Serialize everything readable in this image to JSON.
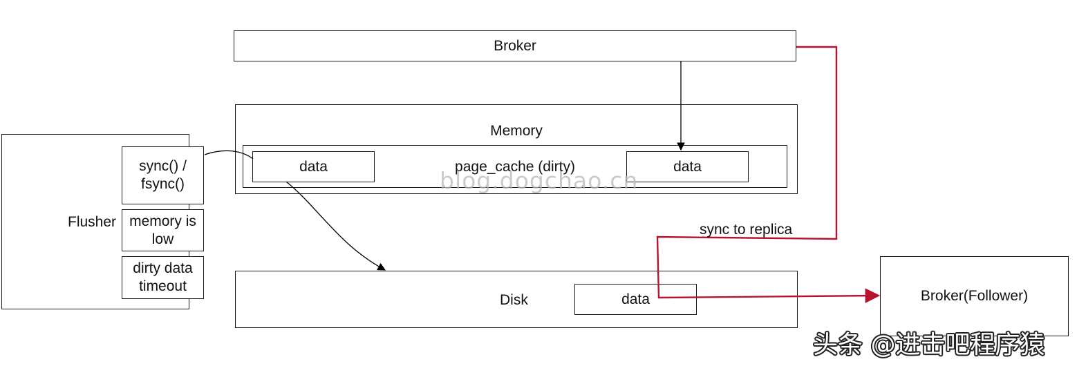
{
  "broker": {
    "label": "Broker"
  },
  "memory": {
    "label": "Memory",
    "page_cache_label": "page_cache (dirty)",
    "data_left": "data",
    "data_right": "data"
  },
  "flusher": {
    "label": "Flusher",
    "triggers": [
      "sync() / fsync()",
      "memory is low",
      "dirty data timeout"
    ]
  },
  "disk": {
    "label": "Disk",
    "data": "data"
  },
  "follower": {
    "label": "Broker(Follower)"
  },
  "replica_edge": {
    "label": "sync to replica",
    "color": "#b5132f"
  },
  "watermark": "blog.dogchao.cn",
  "source_mark": "头条 @进击吧程序猿"
}
